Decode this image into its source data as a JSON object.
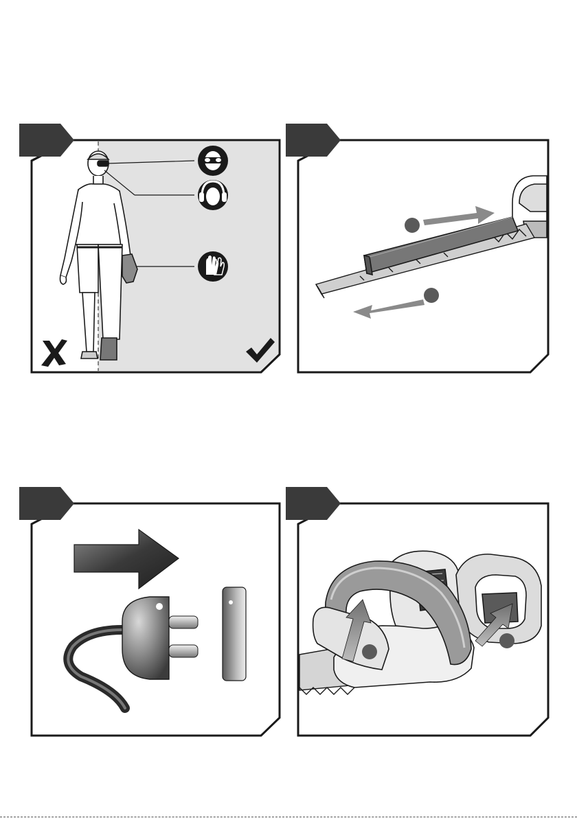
{
  "page": {
    "background": "#ffffff",
    "frame_color": "#1a1a1a",
    "tab_color": "#3a3a3a",
    "fill_light": "#e2e2e2"
  },
  "panels": [
    {
      "id": "ppe",
      "icons": [
        "safety-goggles-icon",
        "ear-protection-icon",
        "safety-gloves-icon",
        "cross-mark-icon",
        "check-mark-icon"
      ]
    },
    {
      "id": "blade-guard",
      "icons": [
        "arrow-right-icon",
        "arrow-left-icon"
      ]
    },
    {
      "id": "unplug",
      "icons": [
        "arrow-right-icon",
        "plug-icon",
        "socket-icon"
      ]
    },
    {
      "id": "handles",
      "icons": [
        "arrow-up-icon",
        "arrow-up-icon"
      ]
    }
  ]
}
